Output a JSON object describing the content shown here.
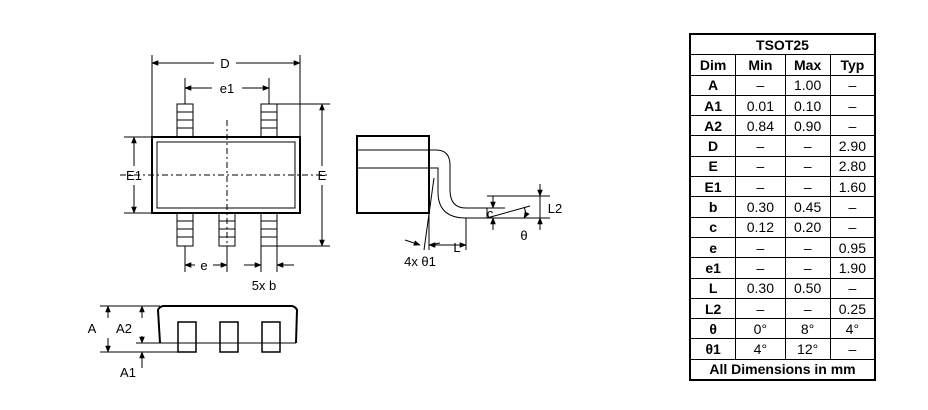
{
  "drawing": {
    "top_view": {
      "label_D": "D",
      "label_e1": "e1",
      "label_E1": "E1",
      "label_E": "E",
      "label_e": "e",
      "label_5xb": "5x b"
    },
    "side_view": {
      "label_c": "c",
      "label_L2": "L2",
      "label_theta": "θ",
      "label_L": "L",
      "label_4x_theta1": "4x θ1"
    },
    "end_view": {
      "label_A": "A",
      "label_A2": "A2",
      "label_A1": "A1"
    }
  },
  "table": {
    "title": "TSOT25",
    "headers": [
      "Dim",
      "Min",
      "Max",
      "Typ"
    ],
    "rows": [
      {
        "dim": "A",
        "min": "–",
        "max": "1.00",
        "typ": "–"
      },
      {
        "dim": "A1",
        "min": "0.01",
        "max": "0.10",
        "typ": "–"
      },
      {
        "dim": "A2",
        "min": "0.84",
        "max": "0.90",
        "typ": "–"
      },
      {
        "dim": "D",
        "min": "–",
        "max": "–",
        "typ": "2.90"
      },
      {
        "dim": "E",
        "min": "–",
        "max": "–",
        "typ": "2.80"
      },
      {
        "dim": "E1",
        "min": "–",
        "max": "–",
        "typ": "1.60"
      },
      {
        "dim": "b",
        "min": "0.30",
        "max": "0.45",
        "typ": "–"
      },
      {
        "dim": "c",
        "min": "0.12",
        "max": "0.20",
        "typ": "–"
      },
      {
        "dim": "e",
        "min": "–",
        "max": "–",
        "typ": "0.95"
      },
      {
        "dim": "e1",
        "min": "–",
        "max": "–",
        "typ": "1.90"
      },
      {
        "dim": "L",
        "min": "0.30",
        "max": "0.50",
        "typ": "–"
      },
      {
        "dim": "L2",
        "min": "–",
        "max": "–",
        "typ": "0.25"
      },
      {
        "dim": "θ",
        "min": "0°",
        "max": "8°",
        "typ": "4°"
      },
      {
        "dim": "θ1",
        "min": "4°",
        "max": "12°",
        "typ": "–"
      }
    ],
    "footer": "All Dimensions in mm"
  }
}
